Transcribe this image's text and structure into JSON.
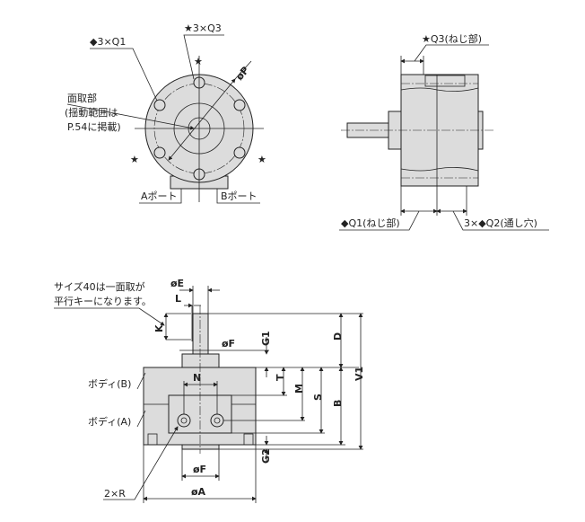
{
  "front_view": {
    "q1_label": "◆3×Q1",
    "q3_label": "★3×Q3",
    "star": "★",
    "p_label": "øP",
    "chamfer_note": [
      "面取部",
      "(揺動範囲は",
      "P.54に掲載)"
    ],
    "port_a": "Aポート",
    "port_b": "Bポート"
  },
  "side_view": {
    "q3_label": "★Q3(ねじ部)",
    "q1_label": "◆Q1(ねじ部)",
    "q2_label": "3×◆Q2(通し穴)"
  },
  "bottom_view": {
    "note": [
      "サイズ40は一面取が",
      "平行キーになります。"
    ],
    "body_b": "ボディ(B)",
    "body_a": "ボディ(A)",
    "r_label": "2×R",
    "dims": {
      "E": "øE",
      "L": "L",
      "K": "K",
      "F_top": "øF",
      "F_bottom": "øF",
      "G1": "G1",
      "G2": "G2",
      "N": "N",
      "T": "T",
      "M": "M",
      "S": "S",
      "B": "B",
      "D": "D",
      "V1": "V1",
      "A": "øA"
    }
  }
}
